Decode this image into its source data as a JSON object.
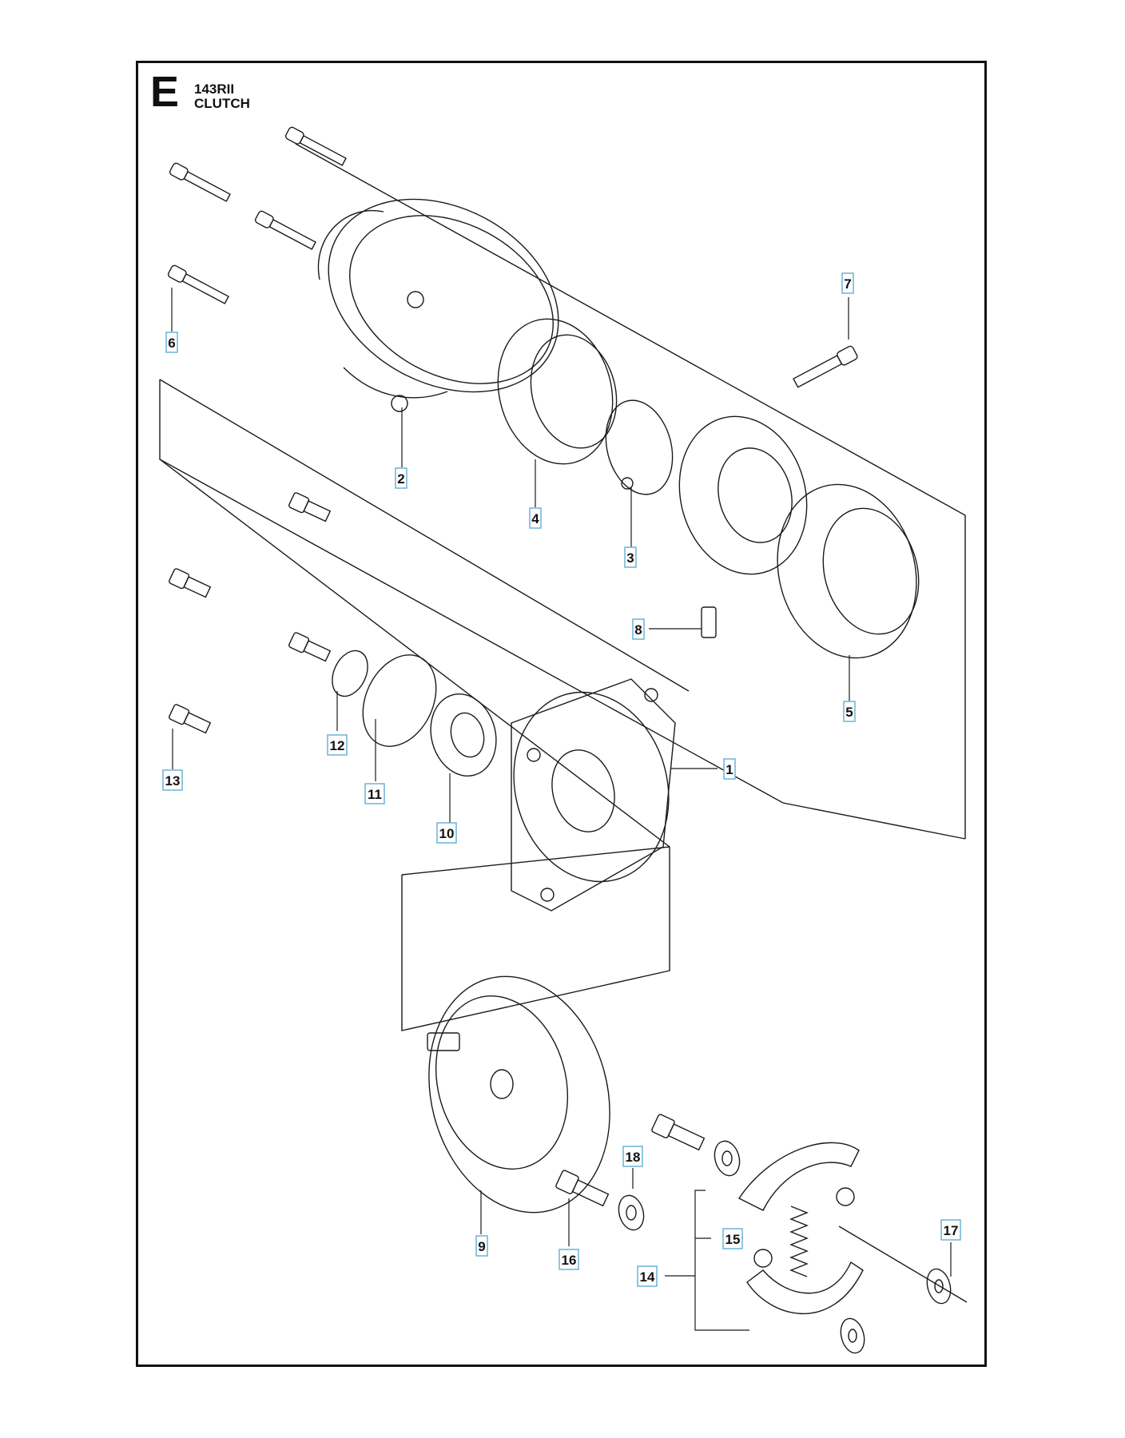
{
  "header": {
    "section_letter": "E",
    "model": "143RII",
    "title": "CLUTCH"
  },
  "callouts": [
    "1",
    "2",
    "3",
    "4",
    "5",
    "6",
    "7",
    "8",
    "9",
    "10",
    "11",
    "12",
    "13",
    "14",
    "15",
    "16",
    "17",
    "18"
  ],
  "colors": {
    "line": "#1a1a1a",
    "label_box": "#6ab4d8",
    "background": "#ffffff"
  }
}
